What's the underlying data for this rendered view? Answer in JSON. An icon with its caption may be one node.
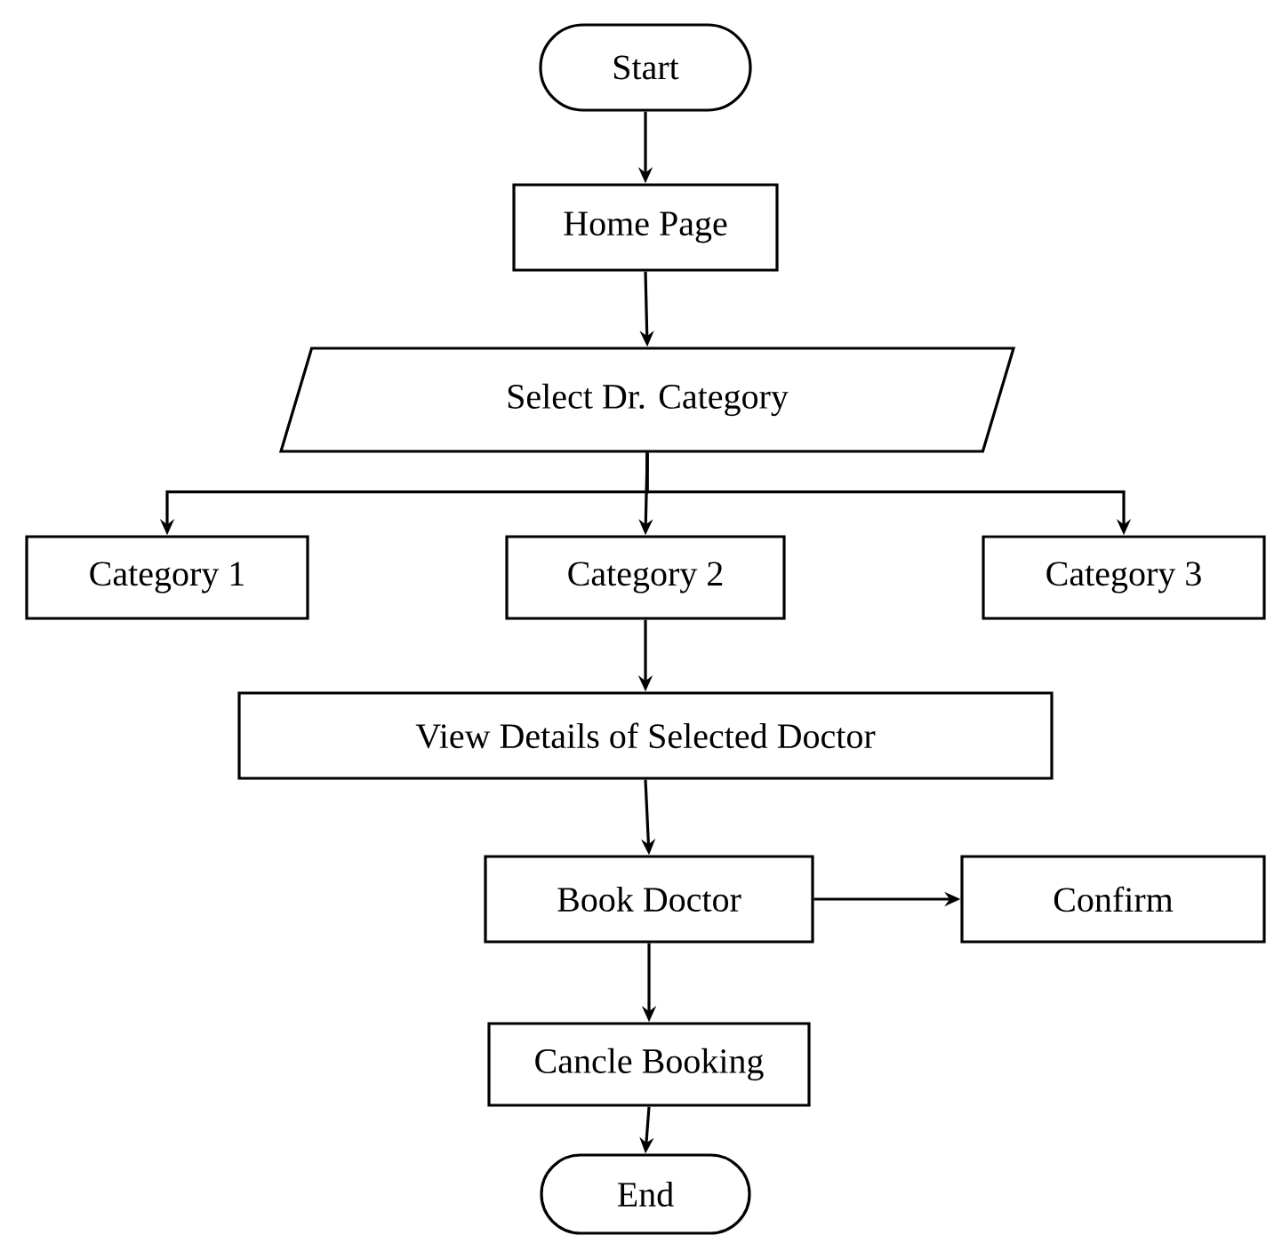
{
  "diagram": {
    "nodes": [
      {
        "text": [
          "Start"
        ]
      },
      {
        "text": [
          "Home Page"
        ]
      },
      {
        "text": [
          "Select Dr. Category"
        ]
      },
      {
        "text": [
          "Category 1"
        ]
      },
      {
        "text": [
          "Category 2"
        ]
      },
      {
        "text": [
          "Category 3"
        ]
      },
      {
        "text": [
          "View Details of Selected Doctor"
        ]
      },
      {
        "text": [
          "Book Doctor"
        ]
      },
      {
        "text": [
          "Confirm"
        ]
      },
      {
        "text": [
          "Cancle Booking"
        ]
      },
      {
        "text": [
          "End"
        ]
      }
    ],
    "edges": [
      {
        "from": 0,
        "to": 1,
        "arrow": "to"
      },
      {
        "from": 1,
        "to": 2,
        "arrow": "to"
      },
      {
        "from": 2,
        "to": 3,
        "arrow": "to"
      },
      {
        "from": 2,
        "to": 4,
        "arrow": "to"
      },
      {
        "from": 2,
        "to": 5,
        "arrow": "to"
      },
      {
        "from": 4,
        "to": 6,
        "arrow": "to"
      },
      {
        "from": 6,
        "to": 7,
        "arrow": "to"
      },
      {
        "from": 7,
        "to": 8,
        "arrow": "to"
      },
      {
        "from": 7,
        "to": 9,
        "arrow": "to"
      },
      {
        "from": 9,
        "to": 10,
        "arrow": "to"
      }
    ]
  }
}
